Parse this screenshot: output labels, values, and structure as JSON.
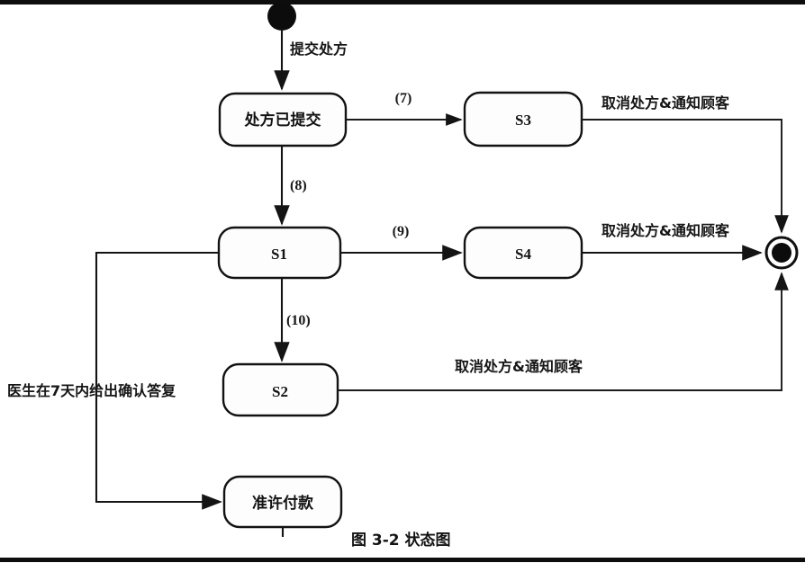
{
  "figure": {
    "caption": "图 3-2    状态图",
    "caption_number": "图 3-2",
    "caption_title": "状态图",
    "type": "uml-state-diagram"
  },
  "nodes": {
    "start": {
      "name": "initial-state",
      "label": ""
    },
    "final": {
      "name": "final-state",
      "label": ""
    },
    "submitted": {
      "label": "处方已提交"
    },
    "s1": {
      "label": "S1"
    },
    "s2": {
      "label": "S2"
    },
    "s3": {
      "label": "S3"
    },
    "s4": {
      "label": "S4"
    },
    "approve": {
      "label": "准许付款"
    }
  },
  "edges": {
    "start_to_submitted": {
      "label": "提交处方"
    },
    "submitted_to_s3": {
      "label": "(7)"
    },
    "submitted_to_s1": {
      "label": "(8)"
    },
    "s1_to_s4": {
      "label": "(9)"
    },
    "s1_to_s2": {
      "label": "(10)"
    },
    "s3_to_final": {
      "label": "取消处方&通知顾客"
    },
    "s4_to_final": {
      "label": "取消处方&通知顾客"
    },
    "s2_to_final": {
      "label": "取消处方&通知顾客"
    },
    "s1_to_approve": {
      "label": "医生在7天内给出确认答复"
    }
  },
  "colors": {
    "ink": "#121212",
    "paper": "#ffffff",
    "rule": "#0d0d0d"
  }
}
